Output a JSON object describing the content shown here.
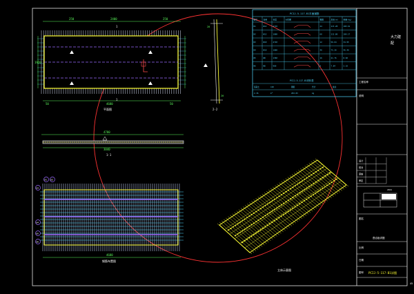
{
  "plan_view": {
    "title": "平面图",
    "dim_top": [
      "250",
      "2400",
      "250"
    ],
    "dim_bottom": [
      "50",
      "4680",
      "50"
    ],
    "dim_side": "1920",
    "section_marks": [
      "1",
      "1"
    ]
  },
  "side_view": {
    "label": "2-2",
    "dims": [
      "20",
      "20"
    ]
  },
  "elevation": {
    "label": "1-1",
    "dim_top": "4780",
    "dim_bottom": "3040"
  },
  "rebar_plan": {
    "title": "钢筋布置图",
    "dim_bottom": "4680",
    "callouts": [
      "N1",
      "N2",
      "N3",
      "N4",
      "N5",
      "N6"
    ]
  },
  "iso_view": {
    "label": "立体示意图"
  },
  "table": {
    "title": "PCIJ-5-117-B1平面钢筋",
    "headers": [
      "编号",
      "直径",
      "长度",
      "大样图",
      "根数",
      "总长(m)",
      "重量(kg)"
    ],
    "rows": [
      [
        "N1",
        "Φ12",
        "4720",
        "",
        "24",
        "113.28",
        "100.61"
      ],
      [
        "N2",
        "Φ12",
        "1880",
        "",
        "60",
        "112.80",
        "100.17"
      ],
      [
        "N3",
        "Φ10",
        "4720",
        "",
        "12",
        "56.64",
        "34.95"
      ],
      [
        "N4",
        "Φ10",
        "1880",
        "",
        "40",
        "75.20",
        "46.40"
      ],
      [
        "N5",
        "Φ8",
        "1360",
        "",
        "16",
        "21.76",
        "8.60"
      ],
      [
        "N6",
        "Φ8",
        "980",
        "",
        "8",
        "7.84",
        "3.10"
      ]
    ],
    "sub_title": "PCIJ-5-117-B1材料表",
    "sub_headers": [
      "混凝土",
      "C40",
      "钢筋",
      "合计",
      "备注"
    ],
    "sub_row": [
      "2.36",
      "m³",
      "293.83",
      "kg",
      ""
    ]
  },
  "title_block": {
    "company": "大力建",
    "company_sub": "配",
    "project_label": "工程名称",
    "notes_label": "说明",
    "rows_left": [
      "设计",
      "校对",
      "审核",
      "审定"
    ],
    "drawing_label": "图名",
    "drawing_name": "叠合板详图",
    "scale_label": "比例",
    "date_label": "日期",
    "sheet_label": "图号",
    "drawing_no": "PCIJ-5-117-B1详图",
    "page": "45",
    "grid_cell": "2021"
  }
}
